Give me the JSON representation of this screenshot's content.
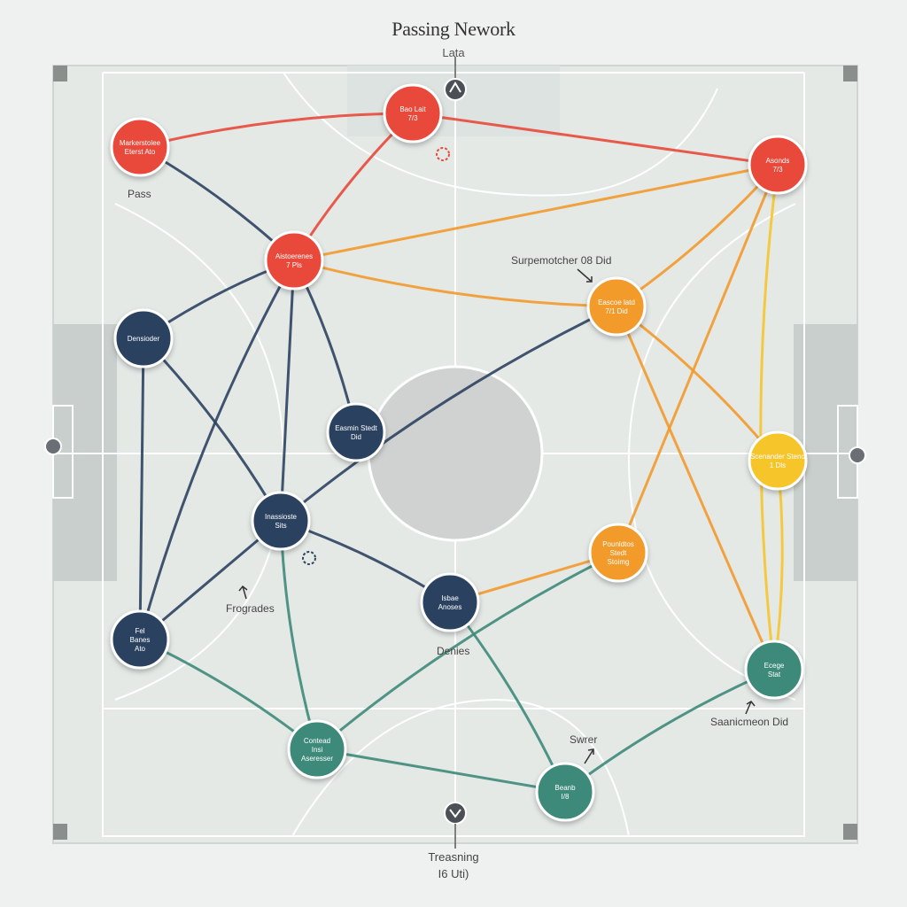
{
  "title": "Passing Nework",
  "subtitle": "Lata",
  "bottom_label": {
    "line1": "Treasning",
    "line2": "I6 Uti)"
  },
  "annotations": {
    "pass": "Pass",
    "surpemotcher": "Surpemotcher 08 Did",
    "frogrades": "Frogrades",
    "denies": "Denies",
    "swrer": "Swrer",
    "saanicmeon": "Saanicmeon Did"
  },
  "colors": {
    "red": "#e8493a",
    "orange": "#f29a2c",
    "yellow": "#f6c52c",
    "navy": "#2c4361",
    "teal": "#3e8a7a",
    "pitch": "#e6ebe8",
    "pitch_line": "#ffffff"
  },
  "nodes": [
    {
      "id": "n1",
      "color": "red",
      "lines": [
        "Markerstolee",
        "Eterst Ato"
      ]
    },
    {
      "id": "n2",
      "color": "red",
      "lines": [
        "Bao Lait",
        "7/3"
      ]
    },
    {
      "id": "n3",
      "color": "red",
      "lines": [
        "Aistoerenes",
        "7 Pls"
      ]
    },
    {
      "id": "n4",
      "color": "red",
      "lines": [
        "Asonds",
        "7/3"
      ]
    },
    {
      "id": "n5",
      "color": "navy",
      "lines": [
        "Densioder"
      ]
    },
    {
      "id": "n6",
      "color": "navy",
      "lines": [
        "Easmin Stedt",
        "Did"
      ]
    },
    {
      "id": "n7",
      "color": "orange",
      "lines": [
        "Eascoe latd",
        "7/1 Did"
      ]
    },
    {
      "id": "n8",
      "color": "yellow",
      "lines": [
        "Scenander Stend",
        "1 Dls"
      ]
    },
    {
      "id": "n9",
      "color": "navy",
      "lines": [
        "Inassioste",
        "Sits"
      ]
    },
    {
      "id": "n10",
      "color": "orange",
      "lines": [
        "Pounldtos",
        "Stedt",
        "Stoimg"
      ]
    },
    {
      "id": "n11",
      "color": "navy",
      "lines": [
        "Fel",
        "Banes",
        "Ato"
      ]
    },
    {
      "id": "n12",
      "color": "navy",
      "lines": [
        "Isbae",
        "Anoses"
      ]
    },
    {
      "id": "n13",
      "color": "teal",
      "lines": [
        "Ecege",
        "Stat"
      ]
    },
    {
      "id": "n14",
      "color": "teal",
      "lines": [
        "Contead",
        "Insi",
        "Aseresser"
      ]
    },
    {
      "id": "n15",
      "color": "teal",
      "lines": [
        "Beanb",
        "I/8"
      ]
    }
  ],
  "edges": [
    {
      "from": "n1",
      "to": "n2",
      "color": "red"
    },
    {
      "from": "n2",
      "to": "n4",
      "color": "red"
    },
    {
      "from": "n2",
      "to": "n3",
      "color": "red"
    },
    {
      "from": "n1",
      "to": "n3",
      "color": "navy"
    },
    {
      "from": "n3",
      "to": "n4",
      "color": "orange"
    },
    {
      "from": "n3",
      "to": "n7",
      "color": "orange"
    },
    {
      "from": "n4",
      "to": "n7",
      "color": "orange"
    },
    {
      "from": "n4",
      "to": "n10",
      "color": "orange"
    },
    {
      "from": "n4",
      "to": "n13",
      "color": "yellow"
    },
    {
      "from": "n7",
      "to": "n8",
      "color": "orange"
    },
    {
      "from": "n7",
      "to": "n13",
      "color": "orange"
    },
    {
      "from": "n3",
      "to": "n5",
      "color": "navy"
    },
    {
      "from": "n3",
      "to": "n6",
      "color": "navy"
    },
    {
      "from": "n3",
      "to": "n9",
      "color": "navy"
    },
    {
      "from": "n3",
      "to": "n11",
      "color": "navy"
    },
    {
      "from": "n5",
      "to": "n9",
      "color": "navy"
    },
    {
      "from": "n5",
      "to": "n11",
      "color": "navy"
    },
    {
      "from": "n7",
      "to": "n9",
      "color": "navy"
    },
    {
      "from": "n9",
      "to": "n12",
      "color": "navy"
    },
    {
      "from": "n9",
      "to": "n11",
      "color": "navy"
    },
    {
      "from": "n9",
      "to": "n14",
      "color": "teal"
    },
    {
      "from": "n11",
      "to": "n14",
      "color": "teal"
    },
    {
      "from": "n10",
      "to": "n12",
      "color": "orange"
    },
    {
      "from": "n10",
      "to": "n14",
      "color": "teal"
    },
    {
      "from": "n12",
      "to": "n15",
      "color": "teal"
    },
    {
      "from": "n14",
      "to": "n15",
      "color": "teal"
    },
    {
      "from": "n13",
      "to": "n15",
      "color": "teal"
    },
    {
      "from": "n8",
      "to": "n13",
      "color": "yellow"
    }
  ]
}
